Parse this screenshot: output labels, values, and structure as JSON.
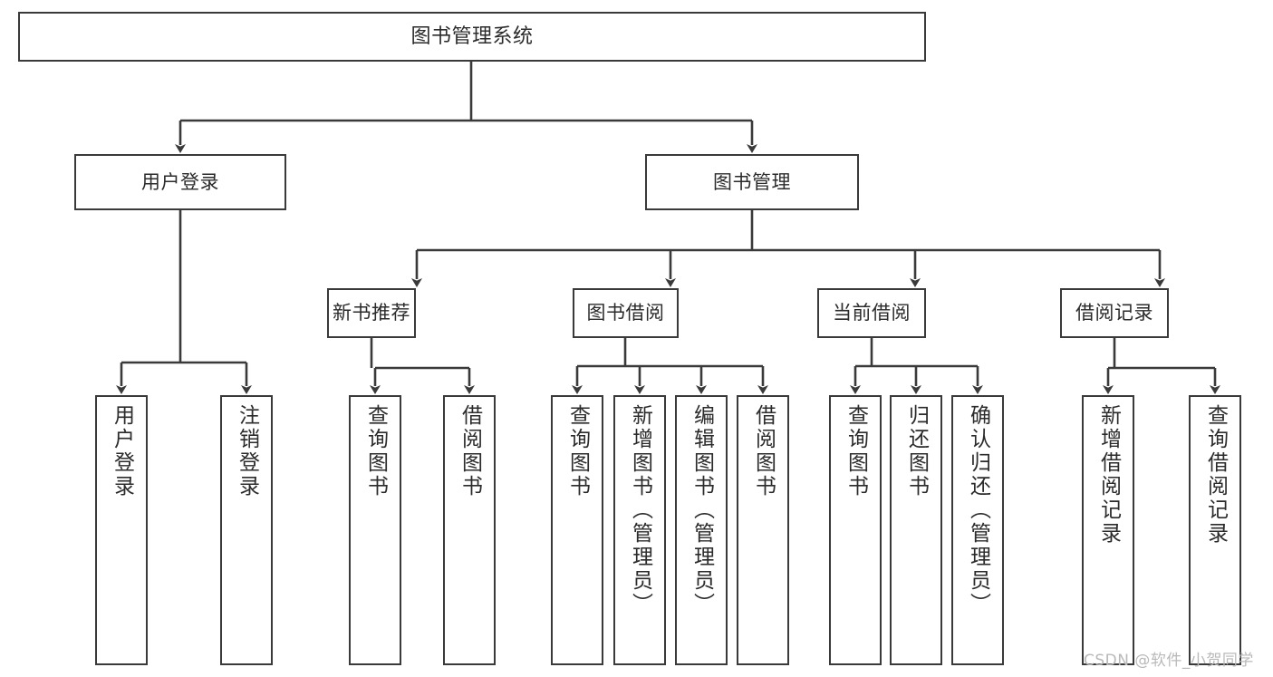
{
  "diagram": {
    "title": "图书管理系统",
    "type": "hierarchy-tree",
    "root": {
      "label": "图书管理系统"
    },
    "level1": [
      {
        "label": "用户登录"
      },
      {
        "label": "图书管理"
      }
    ],
    "level2": [
      {
        "label": "新书推荐"
      },
      {
        "label": "图书借阅"
      },
      {
        "label": "当前借阅"
      },
      {
        "label": "借阅记录"
      }
    ],
    "leaves": {
      "user_login": [
        {
          "label": "用户登录"
        },
        {
          "label": "注销登录"
        }
      ],
      "new_book_recommend": [
        {
          "label": "查询图书"
        },
        {
          "label": "借阅图书"
        }
      ],
      "book_borrow": [
        {
          "label": "查询图书"
        },
        {
          "label": "新增图书（管理员）"
        },
        {
          "label": "编辑图书（管理员）"
        },
        {
          "label": "借阅图书"
        }
      ],
      "current_borrow": [
        {
          "label": "查询图书"
        },
        {
          "label": "归还图书"
        },
        {
          "label": "确认归还（管理员）"
        }
      ],
      "borrow_record": [
        {
          "label": "新增借阅记录"
        },
        {
          "label": "查询借阅记录"
        }
      ]
    }
  },
  "watermark": {
    "text": "CSDN @软件_小贺同学"
  },
  "colors": {
    "stroke": "#3a3a3a",
    "background": "#ffffff",
    "text": "#2b2b2b",
    "watermark": "#b9b9b9"
  }
}
